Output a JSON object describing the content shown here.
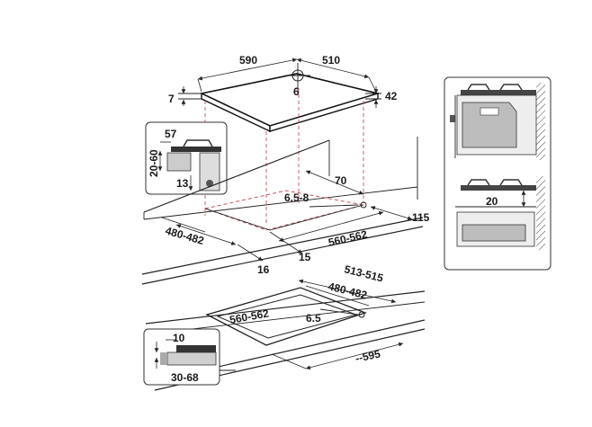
{
  "dimensions": {
    "hob_width": "590",
    "hob_depth": "510",
    "knob_gap": "6",
    "hob_thickness": "7",
    "hob_height": "42",
    "side_view_top": "57",
    "side_view_height": "20-60",
    "side_view_bottom": "13",
    "cutout_offset": "70",
    "cutout_corner": "6.5-8",
    "cutout_depth": "480-482",
    "cutout_width": "560-562",
    "wall_gap": "115",
    "front_min": "16",
    "front_edge": "15",
    "lower_depth_outer": "513-515",
    "lower_depth": "480-482",
    "lower_width": "560-562",
    "lower_corner": "6.5",
    "lower_total_width": "--595",
    "flush_lip": "10",
    "worktop_thickness": "30-68",
    "oven_gap": "20"
  }
}
